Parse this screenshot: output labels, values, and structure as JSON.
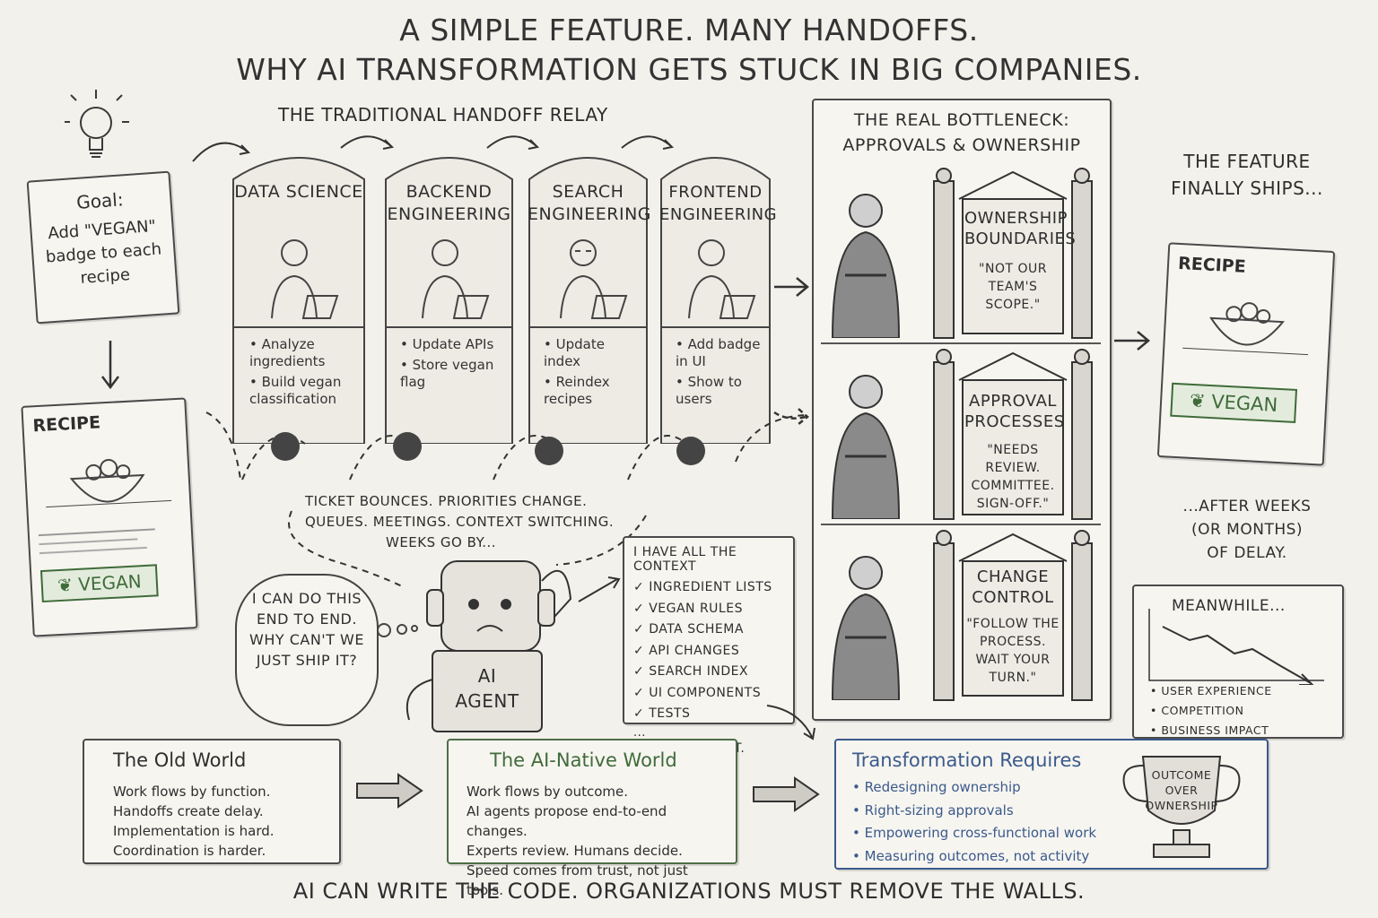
{
  "title": {
    "line1": "A Simple Feature. Many Handoffs.",
    "line2": "Why AI Transformation Gets Stuck in Big Companies."
  },
  "goal": {
    "label": "Goal:",
    "text": "Add \"VEGAN\" badge to each recipe"
  },
  "recipe_card": {
    "header": "RECIPE",
    "badge": "VEGAN"
  },
  "relay": {
    "heading": "The Traditional Handoff Relay",
    "silos": [
      {
        "name": "Data Science",
        "tasks": [
          "Analyze ingredients",
          "Build vegan classification"
        ]
      },
      {
        "name": "Backend Engineering",
        "tasks": [
          "Update APIs",
          "Store vegan flag"
        ]
      },
      {
        "name": "Search Engineering",
        "tasks": [
          "Update index",
          "Reindex recipes"
        ]
      },
      {
        "name": "Frontend Engineering",
        "tasks": [
          "Add badge in UI",
          "Show to users"
        ]
      }
    ],
    "bounce_line1": "Ticket bounces. Priorities change.",
    "bounce_line2": "Queues. Meetings. Context switching.",
    "bounce_line3": "Weeks go by..."
  },
  "bottleneck": {
    "heading_line1": "The Real Bottleneck:",
    "heading_line2": "Approvals & Ownership",
    "gates": [
      {
        "title": "Ownership Boundaries",
        "quote": "\"Not our team's scope.\""
      },
      {
        "title": "Approval Processes",
        "quote": "\"Needs review. Committee. Sign-off.\""
      },
      {
        "title": "Change Control",
        "quote": "\"Follow the process. Wait your turn.\""
      }
    ]
  },
  "ships": {
    "heading_line1": "The Feature",
    "heading_line2": "Finally Ships...",
    "card_header": "RECIPE",
    "badge": "VEGAN",
    "after_line1": "...after weeks",
    "after_line2": "(or months)",
    "after_line3": "of delay."
  },
  "meanwhile": {
    "heading": "Meanwhile...",
    "items": [
      "User experience",
      "Competition",
      "Business impact"
    ]
  },
  "agent": {
    "thought": "I can do this end to end. Why can't we just ship it?",
    "label_line1": "AI",
    "label_line2": "Agent"
  },
  "context": {
    "heading": "I have all the context",
    "items": [
      "Ingredient lists",
      "Vegan rules",
      "Data schema",
      "API changes",
      "Search index",
      "UI components",
      "Tests"
    ],
    "ellipsis": "...",
    "cta": "Let's build it."
  },
  "old_world": {
    "heading": "The Old World",
    "lines": [
      "Work flows by function.",
      "Handoffs create delay.",
      "Implementation is hard.",
      "Coordination is harder."
    ]
  },
  "ai_native": {
    "heading": "The AI-Native World",
    "lines": [
      "Work flows by outcome.",
      "AI agents propose end-to-end changes.",
      "Experts review.  Humans decide.",
      "Speed comes from trust, not just tools."
    ]
  },
  "transformation": {
    "heading": "Transformation Requires",
    "items": [
      "Redesigning ownership",
      "Right-sizing approvals",
      "Empowering cross-functional work",
      "Measuring outcomes, not activity"
    ]
  },
  "trophy": {
    "text": "Outcome over Ownership"
  },
  "footer": "AI can write the code.  Organizations must remove the walls.",
  "colors": {
    "ink": "#2e2e2e",
    "paper": "#f3f1ec",
    "green": "#3f6b3a",
    "blue": "#3a5a8c"
  }
}
